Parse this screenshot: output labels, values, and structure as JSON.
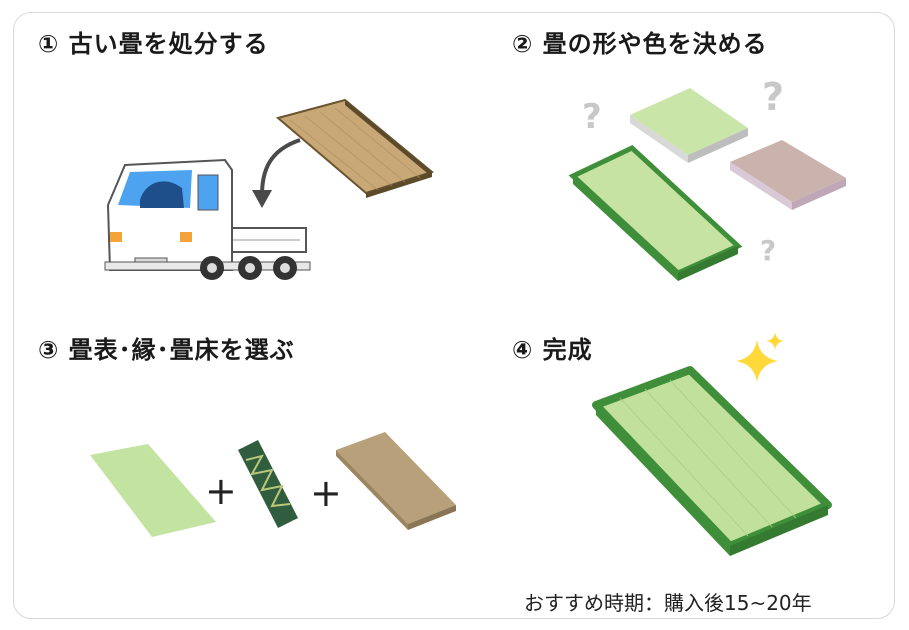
{
  "steps": [
    {
      "title": "① 古い畳を処分する"
    },
    {
      "title": "② 畳の形や色を決める"
    },
    {
      "title": "③  畳表･縁･畳床を選ぶ"
    },
    {
      "title": "④ 完成"
    }
  ],
  "step3": {
    "plus_1": "+",
    "plus_2": "+"
  },
  "step2": {
    "mark_1": "?",
    "mark_2": "?",
    "mark_3": "?"
  },
  "footer": {
    "text": "おすすめ時期：購入後15~20年"
  },
  "colors": {
    "tatami_green": "#bfe0a0",
    "tatami_border": "#3f8f3a",
    "old_tatami": "#c9a877",
    "beige_tatami": "#cbb3ad",
    "tatami_bed": "#b8a07a",
    "heri_dark": "#2f5d3e",
    "sparkle": "#ffd93a"
  }
}
